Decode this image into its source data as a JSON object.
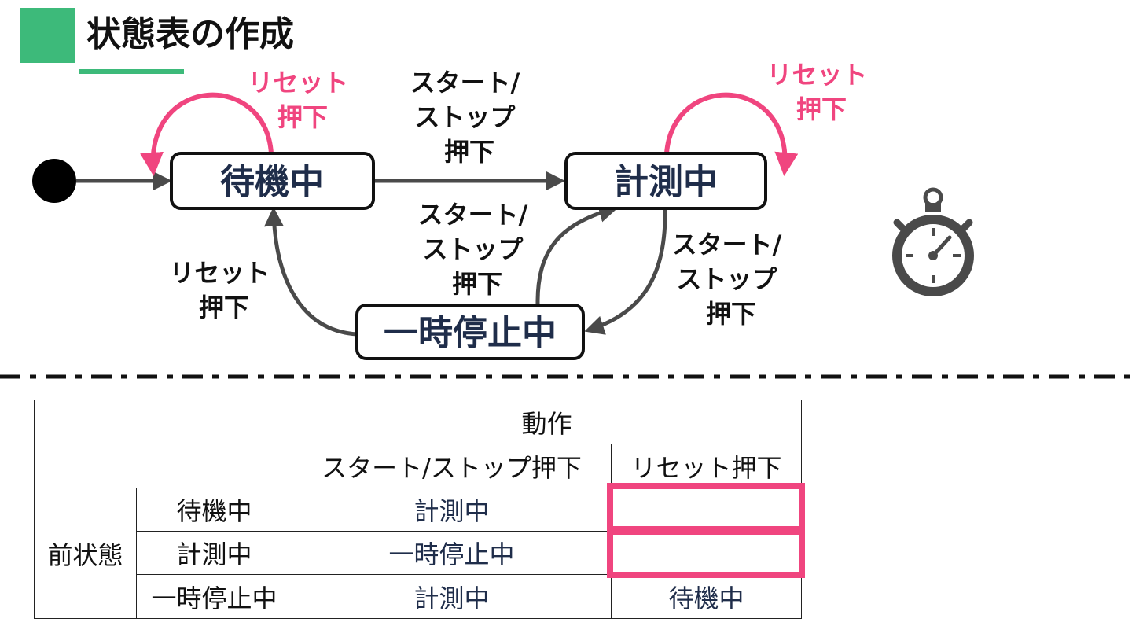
{
  "title": "状態表の作成",
  "diagram": {
    "states": {
      "idle": "待機中",
      "measuring": "計測中",
      "paused": "一時停止中"
    },
    "labels": {
      "reset_idle": [
        "リセット",
        "押下"
      ],
      "start_idle": [
        "スタート/",
        "ストップ",
        "押下"
      ],
      "reset_measuring": [
        "リセット",
        "押下"
      ],
      "start_paused": [
        "スタート/",
        "ストップ",
        "押下"
      ],
      "start_measuring": [
        "スタート/",
        "ストップ",
        "押下"
      ],
      "reset_paused": [
        "リセット",
        "押下"
      ]
    },
    "colors": {
      "accent": "#3dba7a",
      "reset_arrow": "#f0457f",
      "arrow": "#4a4a4a",
      "state_text": "#1f2d4a"
    },
    "icon": "stopwatch-icon"
  },
  "table": {
    "action_header": "動作",
    "col_start": "スタート/ストップ押下",
    "col_reset": "リセット押下",
    "row_group": "前状態",
    "rows": [
      {
        "state": "待機中",
        "start": "計測中",
        "reset": ""
      },
      {
        "state": "計測中",
        "start": "一時停止中",
        "reset": ""
      },
      {
        "state": "一時停止中",
        "start": "計測中",
        "reset": "待機中"
      }
    ],
    "highlight_color": "#f0457f"
  }
}
